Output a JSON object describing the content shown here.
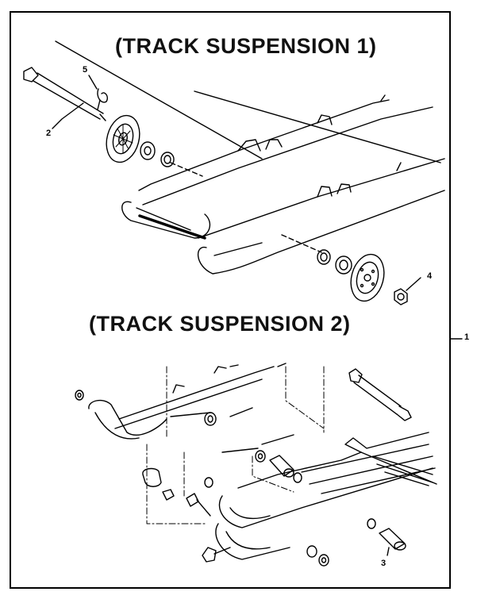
{
  "titles": {
    "suspension_1": "(TRACK SUSPENSION 1)",
    "suspension_2": "(TRACK SUSPENSION 2)"
  },
  "callouts": {
    "c1": "1",
    "c2": "2",
    "c3": "3",
    "c4": "4",
    "c5": "5"
  },
  "colors": {
    "ink": "#000000",
    "paper": "#ffffff"
  }
}
